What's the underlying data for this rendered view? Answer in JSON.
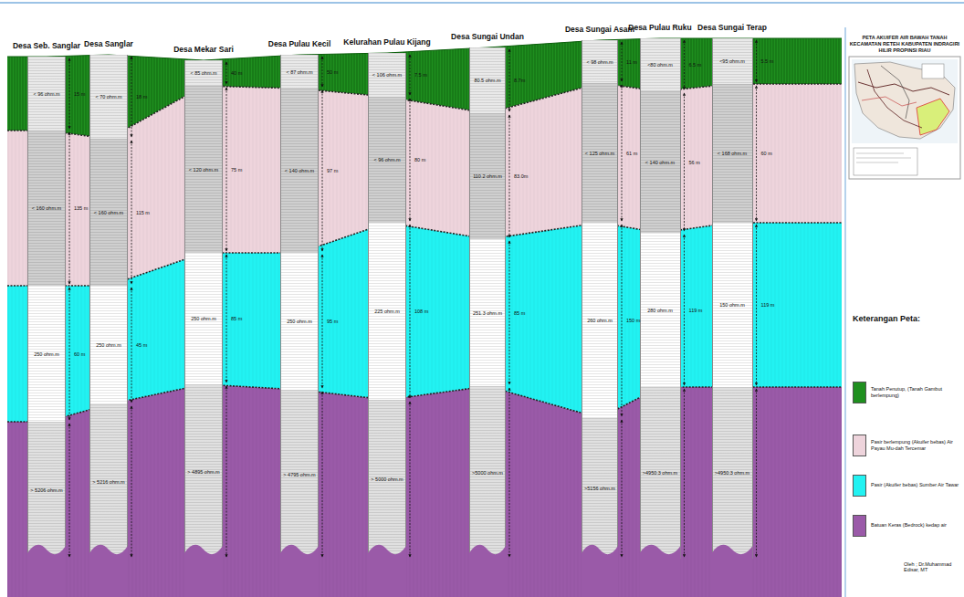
{
  "diagram": {
    "title": "PETA AKUIFER AIR BAWAH TANAH KECAMATAN RETEH KABUPATEN INDRAGIRI HILIR PROPINSI RIAU",
    "nodes": [
      {
        "text": [
          "Desa Seb. Sanglar"
        ]
      },
      {
        "text": [
          "< 96 ohm.m"
        ],
        "in": 0
      },
      {
        "text": [
          "< 160 ohm.m"
        ],
        "in": 0
      },
      {
        "text": [
          "250 ohm.m"
        ],
        "in": 0
      },
      {
        "text": [
          "> 5206 ohm.m"
        ],
        "in": 0
      },
      {
        "text": [
          "Desa Sanglar"
        ]
      },
      {
        "text": [
          "< 70 ohm.m"
        ],
        "in": 5
      },
      {
        "text": [
          "< 160 ohm.m"
        ],
        "in": 5
      },
      {
        "text": [
          "250 ohm.m"
        ],
        "in": 5
      },
      {
        "text": [
          "> 5216 ohm.m"
        ],
        "in": 5
      },
      {
        "text": [
          "Desa Mekar Sari"
        ]
      },
      {
        "text": [
          "< 85 ohm.m"
        ],
        "in": 10
      },
      {
        "text": [
          "< 120 ohm.m"
        ],
        "in": 10
      },
      {
        "text": [
          "250 ohm.m"
        ],
        "in": 10
      },
      {
        "text": [
          "> 4895 ohm.m"
        ],
        "in": 10
      },
      {
        "text": [
          "Desa Pulau Kecil"
        ]
      },
      {
        "text": [
          "< 87 ohm.m"
        ],
        "in": 15
      },
      {
        "text": [
          "< 140 ohm.m"
        ],
        "in": 15
      },
      {
        "text": [
          "250 ohm.m"
        ],
        "in": 15
      },
      {
        "text": [
          "> 4795 ohm.m"
        ],
        "in": 15
      },
      {
        "text": [
          "Kelurahan Pulau Kijang"
        ]
      },
      {
        "text": [
          "< 106 ohm.m"
        ],
        "in": 20
      },
      {
        "text": [
          "< 96 ohm.m"
        ],
        "in": 20
      },
      {
        "text": [
          "225 ohm.m"
        ],
        "in": 20
      },
      {
        "text": [
          "> 5000 ohm.m"
        ],
        "in": 20
      },
      {
        "text": [
          "Desa Sungai Undan"
        ]
      },
      {
        "text": [
          "80.5 ohm.m"
        ],
        "in": 25
      },
      {
        "text": [
          "110.2 ohm.m"
        ],
        "in": 25
      },
      {
        "text": [
          "251.3 ohm.m"
        ],
        "in": 25
      },
      {
        "text": [
          ">5000 ohm.m"
        ],
        "in": 25
      },
      {
        "text": [
          "Desa Sungai Asam"
        ]
      },
      {
        "text": [
          "< 98 ohm.m"
        ],
        "in": 30
      },
      {
        "text": [
          "< 125 ohm.m"
        ],
        "in": 30
      },
      {
        "text": [
          "260 ohm.m"
        ],
        "in": 30
      },
      {
        "text": [
          ">5156 ohm.m"
        ],
        "in": 30
      },
      {
        "text": [
          "Desa Pulau Ruku"
        ]
      },
      {
        "text": [
          "<80 ohm.m"
        ],
        "in": 35
      },
      {
        "text": [
          "< 140 ohm.m"
        ],
        "in": 35
      },
      {
        "text": [
          "280 ohm.m"
        ],
        "in": 35
      },
      {
        "text": [
          ">4950.3 ohm.m"
        ],
        "in": 35
      },
      {
        "text": [
          "Desa Sungai Terap"
        ]
      },
      {
        "text": [
          "<95 ohm.m"
        ],
        "in": 40
      },
      {
        "text": [
          "< 168 ohm.m"
        ],
        "in": 40
      },
      {
        "text": [
          "150 ohm.m"
        ],
        "in": 40
      },
      {
        "text": [
          ">4950.3 ohm.m"
        ],
        "in": 40
      }
    ],
    "labels": [
      "15 m",
      "135 m",
      "60 m",
      "18 m",
      "115 m",
      "45 m",
      "40 m",
      "75 m",
      "85 m",
      "50 m",
      "97 m",
      "95 m",
      "7.5 m",
      "80 m",
      "108 m",
      "8.7m",
      "83.0m",
      "85 m",
      "11 m",
      "61 m",
      "150 m",
      "6.5 m",
      "56 m",
      "119 m",
      "5.5 m",
      "60 m",
      "119 m",
      "Keterangan Peta:",
      "Oleh ; Dr.Muhammad Edisar, MT"
    ],
    "legend": [
      {
        "text": "Tanah Penutup, (Tanah Gambut berlempung)",
        "color": "#1f8f1f"
      },
      {
        "text": "Pasir berlempung (Akuifer bebas) Air Payau Mu-dah Tercemar",
        "color": "#eed4dc"
      },
      {
        "text": "Pasir (Akuifer bebas) Sumber Air Tawar",
        "color": "#22f2f2"
      },
      {
        "text": "Batuan Keras (Bedrock) kedap air",
        "color": "#9a5aa8"
      }
    ]
  }
}
